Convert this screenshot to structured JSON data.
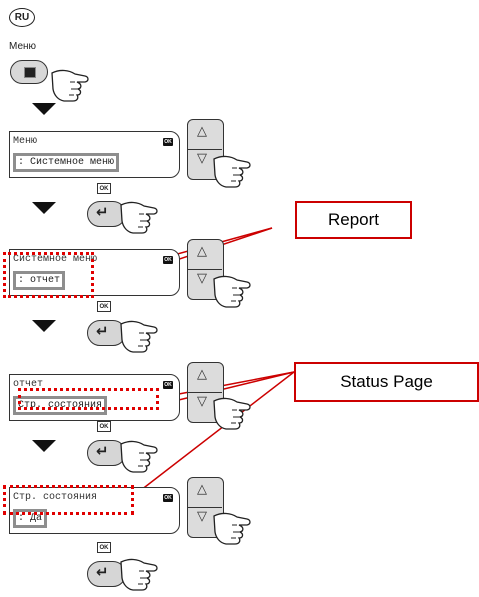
{
  "header": {
    "lang": "RU",
    "menu_label": "Меню"
  },
  "steps": [
    {
      "line1": "Меню",
      "line2": ": Системное меню",
      "ok": "OK"
    },
    {
      "line1": "Системное меню",
      "line2": ": отчет",
      "ok": "OK"
    },
    {
      "line1": "отчет",
      "line2": "Стр. состояния",
      "ok": "OK"
    },
    {
      "line1": "Стр. состояния",
      "line2": ": Да",
      "ok": "OK"
    }
  ],
  "ok_label": "OK",
  "nav": {
    "up_icon": "up-triangle-icon",
    "down_icon": "down-triangle-icon"
  },
  "callouts": {
    "report": "Report",
    "status_page": "Status Page"
  },
  "colors": {
    "callout_red": "#cc0000",
    "highlight_grey": "#8e8e8e"
  }
}
